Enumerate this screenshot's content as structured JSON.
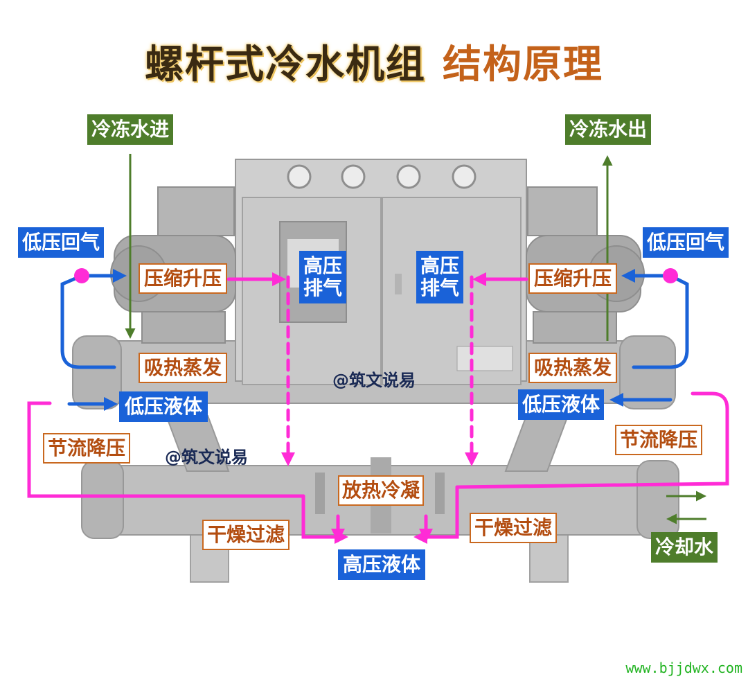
{
  "title": {
    "main": "螺杆式冷水机组",
    "sub": "结构原理"
  },
  "labels": {
    "chilled_in": "冷冻水进",
    "chilled_out": "冷冻水出",
    "lp_return_left": "低压回气",
    "lp_return_right": "低压回气",
    "compress_left": "压缩升压",
    "compress_right": "压缩升压",
    "hp_discharge_left_1": "高压",
    "hp_discharge_left_2": "排气",
    "hp_discharge_right_1": "高压",
    "hp_discharge_right_2": "排气",
    "evap_left": "吸热蒸发",
    "evap_right": "吸热蒸发",
    "lp_liquid_left": "低压液体",
    "lp_liquid_right": "低压液体",
    "throttle_left": "节流降压",
    "throttle_right": "节流降压",
    "condense": "放热冷凝",
    "filter_left": "干燥过滤",
    "filter_right": "干燥过滤",
    "hp_liquid": "高压液体",
    "cooling_water": "冷却水",
    "watermark_1": "@筑文说易",
    "watermark_2": "@筑文说易"
  },
  "footer": "www.bjjdwx.com",
  "colors": {
    "blue": "#1a62d8",
    "magenta": "#ff2bd6",
    "green": "#4e7d2b",
    "orange": "#c9681f"
  }
}
